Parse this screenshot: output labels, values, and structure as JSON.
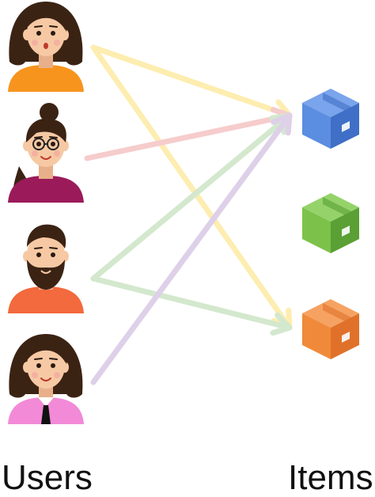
{
  "labels": {
    "users": "Users",
    "items": "Items"
  },
  "users": [
    {
      "id": "user-1",
      "shirt": "#f7941d",
      "hair": "#3b2314",
      "desc": "woman-long-hair-orange-shirt"
    },
    {
      "id": "user-2",
      "shirt": "#9b1b5a",
      "hair": "#3b2314",
      "desc": "woman-glasses-bun-magenta-shirt"
    },
    {
      "id": "user-3",
      "shirt": "#f26a3d",
      "hair": "#3b2314",
      "desc": "bearded-man-orange-shirt"
    },
    {
      "id": "user-4",
      "shirt": "#f28ad8",
      "hair": "#3b2314",
      "desc": "woman-pink-shirt-tie"
    }
  ],
  "items": [
    {
      "id": "item-1",
      "color_light": "#5b8ee0",
      "color_dark": "#3f6fc6",
      "color_top": "#7aa4ec"
    },
    {
      "id": "item-2",
      "color_light": "#7cc24a",
      "color_dark": "#5aa034",
      "color_top": "#95d36a"
    },
    {
      "id": "item-3",
      "color_light": "#f08a3a",
      "color_dark": "#e0712a",
      "color_top": "#f6a262"
    }
  ],
  "edges": [
    {
      "from": 0,
      "to": 0,
      "color": "#fdedb0"
    },
    {
      "from": 0,
      "to": 2,
      "color": "#fdedb0"
    },
    {
      "from": 1,
      "to": 0,
      "color": "#f6cccc"
    },
    {
      "from": 2,
      "to": 0,
      "color": "#d3e8cd"
    },
    {
      "from": 2,
      "to": 2,
      "color": "#d3e8cd"
    },
    {
      "from": 3,
      "to": 0,
      "color": "#ddd0e8"
    }
  ]
}
